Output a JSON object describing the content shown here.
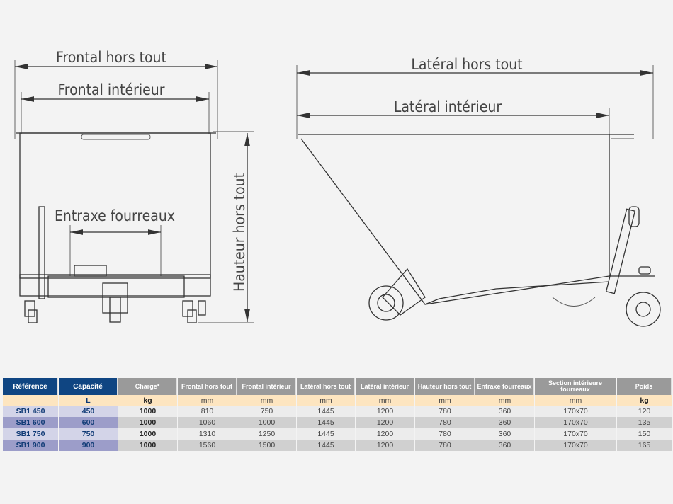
{
  "drawing": {
    "front_labels": {
      "frontal_hors_tout": "Frontal hors tout",
      "frontal_interieur": "Frontal intérieur",
      "entraxe_fourreaux": "Entraxe fourreaux",
      "hauteur_hors_tout": "Hauteur hors tout"
    },
    "side_labels": {
      "lateral_hors_tout": "Latéral hors tout",
      "lateral_interieur": "Latéral intérieur"
    }
  },
  "table": {
    "headers": [
      "Référence",
      "Capacité",
      "Charge*",
      "Frontal hors tout",
      "Frontal intérieur",
      "Latéral hors tout",
      "Latéral intérieur",
      "Hauteur hors tout",
      "Entraxe fourreaux",
      "Section intérieure fourreaux",
      "Poids"
    ],
    "units": [
      "",
      "L",
      "kg",
      "mm",
      "mm",
      "mm",
      "mm",
      "mm",
      "mm",
      "mm",
      "kg"
    ],
    "rows": [
      [
        "SB1 450",
        "450",
        "1000",
        "810",
        "750",
        "1445",
        "1200",
        "780",
        "360",
        "170x70",
        "120"
      ],
      [
        "SB1 600",
        "600",
        "1000",
        "1060",
        "1000",
        "1445",
        "1200",
        "780",
        "360",
        "170x70",
        "135"
      ],
      [
        "SB1 750",
        "750",
        "1000",
        "1310",
        "1250",
        "1445",
        "1200",
        "780",
        "360",
        "170x70",
        "150"
      ],
      [
        "SB1 900",
        "900",
        "1000",
        "1560",
        "1500",
        "1445",
        "1200",
        "780",
        "360",
        "170x70",
        "165"
      ]
    ]
  }
}
